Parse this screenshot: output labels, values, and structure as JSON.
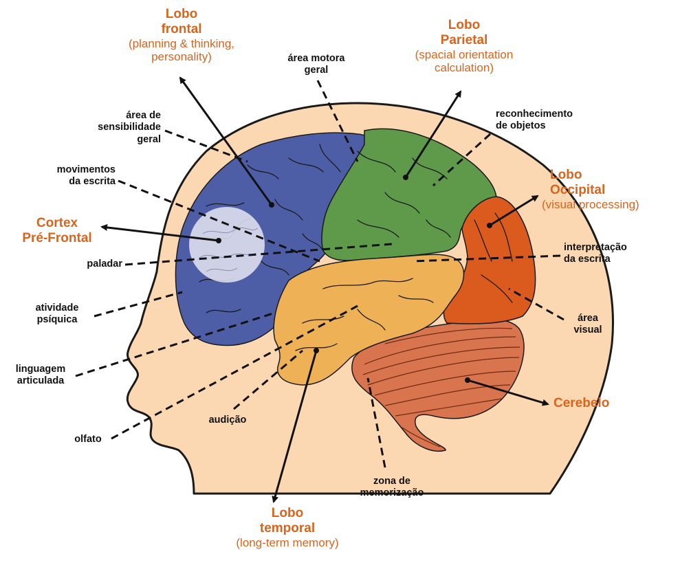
{
  "colors": {
    "lobe_label": "#d9641e",
    "frontal": "#4e5ea6",
    "parietal": "#5e9a4a",
    "occipital": "#db5a1e",
    "temporal": "#eeb155",
    "cerebellum": "#d9754e",
    "skin": "#fbd8b1"
  },
  "lobes": {
    "frontal": {
      "name_line1": "Lobo",
      "name_line2": "frontal",
      "desc": "(planning & thinking, personality)"
    },
    "parietal": {
      "name_line1": "Lobo",
      "name_line2": "Parietal",
      "desc_line1": "(spacial orientation",
      "desc_line2": "calculation)"
    },
    "occipital": {
      "name_line1": "Lobo",
      "name_line2": "Occipital",
      "desc": "(visual processing)"
    },
    "temporal": {
      "name_line1": "Lobo",
      "name_line2": "temporal",
      "desc": "(long-term memory)"
    },
    "prefrontal": {
      "name_line1": "Cortex",
      "name_line2": "Pré-Frontal"
    },
    "cerebellum": {
      "name": "Cerebelo"
    }
  },
  "areas": {
    "motora": {
      "line1": "área motora",
      "line2": "geral"
    },
    "sensibilidade": {
      "line1": "área de",
      "line2": "sensibilidade",
      "line3": "geral"
    },
    "escrita": {
      "line1": "movimentos",
      "line2": "da escrita"
    },
    "paladar": {
      "line1": "paladar"
    },
    "psiquica": {
      "line1": "atividade",
      "line2": "psíquica"
    },
    "linguagem": {
      "line1": "linguagem",
      "line2": "articulada"
    },
    "olfato": {
      "line1": "olfato"
    },
    "audicao": {
      "line1": "audição"
    },
    "memorizacao": {
      "line1": "zona de",
      "line2": "memorização"
    },
    "reconhecimento": {
      "line1": "reconhecimento",
      "line2": "de objetos"
    },
    "interpretacao": {
      "line1": "interpretação",
      "line2": "da escrita"
    },
    "visual": {
      "line1": "área",
      "line2": "visual"
    }
  }
}
